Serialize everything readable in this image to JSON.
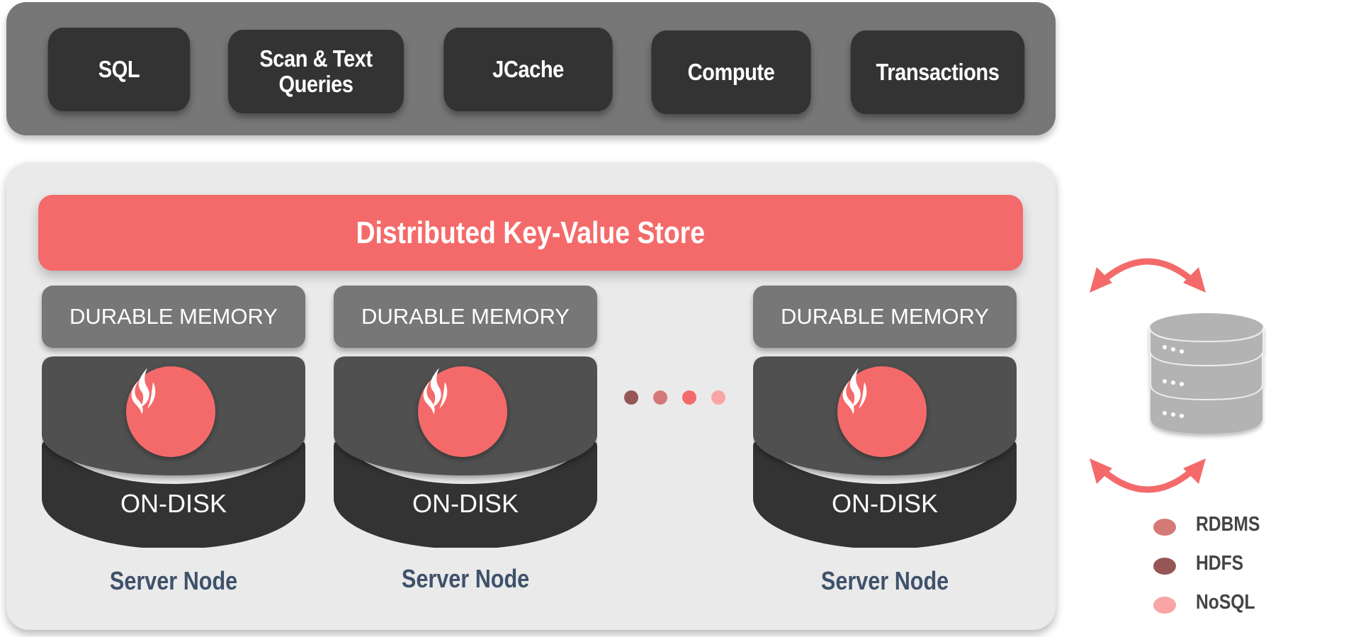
{
  "api_layer": {
    "items": [
      {
        "label_line1": "SQL",
        "label_line2": ""
      },
      {
        "label_line1": "Scan & Text",
        "label_line2": "Queries"
      },
      {
        "label_line1": "JCache",
        "label_line2": ""
      },
      {
        "label_line1": "Compute",
        "label_line2": ""
      },
      {
        "label_line1": "Transactions",
        "label_line2": ""
      }
    ]
  },
  "cluster": {
    "kv_store_label": "Distributed Key-Value Store",
    "nodes": [
      {
        "memory_label": "DURABLE MEMORY",
        "disk_label": "ON-DISK",
        "node_label": "Server Node"
      },
      {
        "memory_label": "DURABLE MEMORY",
        "disk_label": "ON-DISK",
        "node_label": "Server Node"
      },
      {
        "memory_label": "DURABLE MEMORY",
        "disk_label": "ON-DISK",
        "node_label": "Server Node"
      }
    ],
    "ellipsis_dot_colors": [
      "#975656",
      "#d57878",
      "#f46a6a",
      "#f9a5a5"
    ]
  },
  "external_storage": {
    "icon": "database-icon",
    "arrows": [
      "bidirectional-arrow-top",
      "bidirectional-arrow-bottom"
    ],
    "legend": [
      {
        "label": "RDBMS",
        "color": "#d57878"
      },
      {
        "label": "HDFS",
        "color": "#975656"
      },
      {
        "label": "NoSQL",
        "color": "#f9a5a5"
      }
    ]
  },
  "colors": {
    "accent": "#f46a6a",
    "api_panel": "#777777",
    "api_box": "#333333",
    "cluster_panel": "#eaeaea",
    "memory_box": "#777777",
    "node_top": "#505050",
    "node_disk": "#333333",
    "node_label": "#3f516b",
    "database": "#b3b3b3"
  }
}
